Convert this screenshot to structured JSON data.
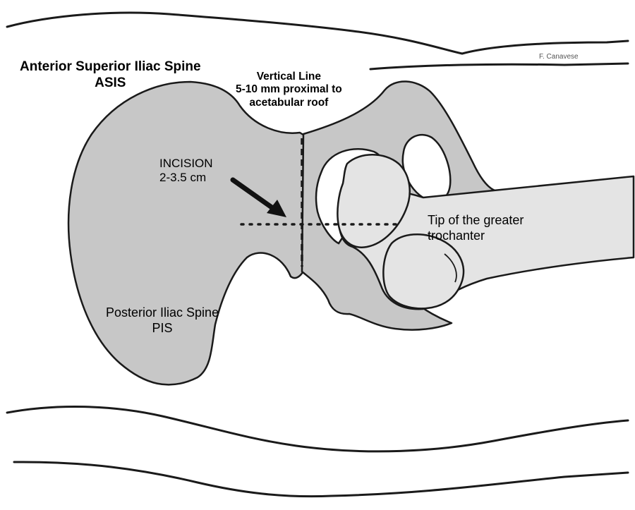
{
  "labels": {
    "asis_line1": "Anterior Superior Iliac Spine",
    "asis_line2": "ASIS",
    "vertical_line1": "Vertical Line",
    "vertical_line2": "5-10 mm proximal to",
    "vertical_line3": "acetabular roof",
    "incision_line1": "INCISION",
    "incision_line2": "2-3.5 cm",
    "trochanter_line1": "Tip of the greater",
    "trochanter_line2": "trochanter",
    "pis_line1": "Posterior Iliac Spine",
    "pis_line2": "PIS",
    "credit": "F. Canavese"
  },
  "colors": {
    "bone_fill": "#c7c7c7",
    "femur_fill": "#e4e4e4",
    "outline": "#1a1a1a",
    "background": "#ffffff"
  }
}
